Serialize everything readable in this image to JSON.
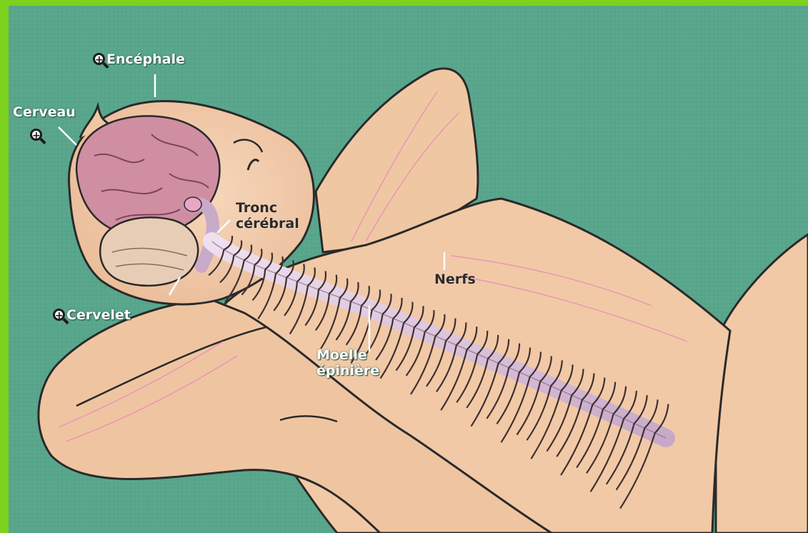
{
  "labels": {
    "encephale": "Encéphale",
    "cerveau": "Cerveau",
    "tronc_line1": "Tronc",
    "tronc_line2": "cérébral",
    "nerfs": "Nerfs",
    "cervelet": "Cervelet",
    "moelle_line1": "Moelle",
    "moelle_line2": "épinière"
  },
  "colors": {
    "frame": "#7cd21c",
    "background": "#5aa88e",
    "skin": "#f1c9a6",
    "brain": "#d08ea2",
    "spinal_cord": "#dcc4dc",
    "nerves": "#4a3a3a"
  },
  "icons": {
    "zoom": "zoom-in-icon"
  }
}
